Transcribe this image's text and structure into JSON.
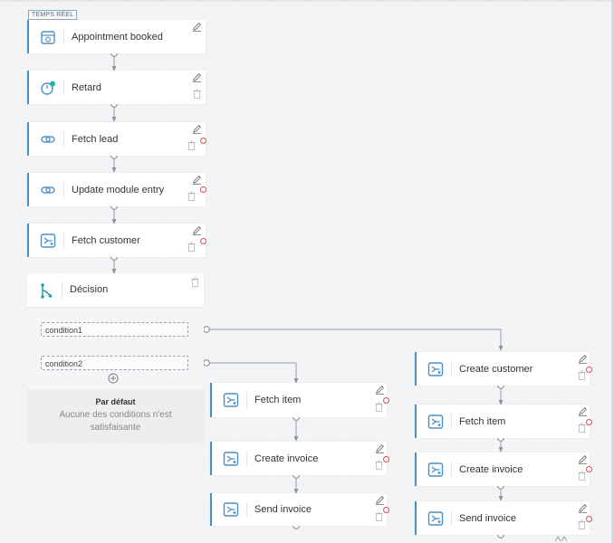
{
  "badge": "TEMPS RÉEL",
  "flow": {
    "main": [
      {
        "label": "Appointment booked",
        "icon": "calendar-icon",
        "error": false,
        "trash": false
      },
      {
        "label": "Retard",
        "icon": "timer-icon",
        "error": false,
        "trash": true
      },
      {
        "label": "Fetch lead",
        "icon": "link-icon",
        "error": true,
        "trash": true
      },
      {
        "label": "Update module entry",
        "icon": "link-icon",
        "error": true,
        "trash": true
      },
      {
        "label": "Fetch customer",
        "icon": "module-icon",
        "error": true,
        "trash": true
      }
    ],
    "decision": {
      "label": "Décision",
      "icon": "branch-icon",
      "conditions": [
        "condition1",
        "condition2"
      ],
      "default_title": "Par défaut",
      "default_text": "Aucune des conditions n'est satisfaisante"
    },
    "branch_condition2": [
      {
        "label": "Fetch item",
        "icon": "module-icon",
        "error": true
      },
      {
        "label": "Create invoice",
        "icon": "module-icon",
        "error": true
      },
      {
        "label": "Send invoice",
        "icon": "module-icon",
        "error": true
      }
    ],
    "branch_condition1": [
      {
        "label": "Create customer",
        "icon": "module-icon",
        "error": true
      },
      {
        "label": "Fetch item",
        "icon": "module-icon",
        "error": true
      },
      {
        "label": "Create invoice",
        "icon": "module-icon",
        "error": true
      },
      {
        "label": "Send invoice",
        "icon": "module-icon",
        "error": true
      }
    ]
  },
  "colors": {
    "accent": "#4a90c8",
    "error": "#e24b4b",
    "decision_icon": "#1f9aa0",
    "timer_dot": "#1fb5a5"
  }
}
